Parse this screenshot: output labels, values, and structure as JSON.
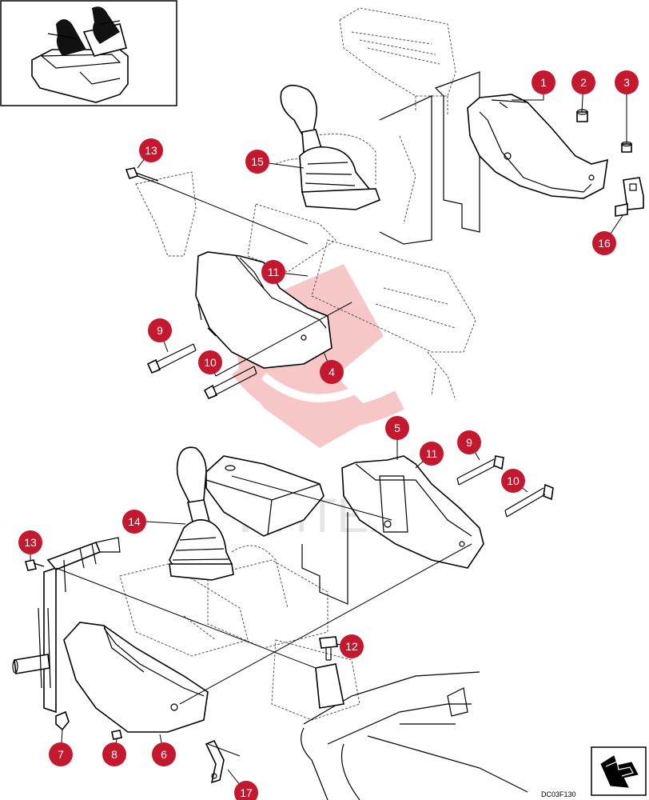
{
  "figure_code": "DC03F130",
  "watermark": "ИНТЕХ",
  "colors": {
    "callout_fill": "#c3182e",
    "callout_text": "#ffffff",
    "watermark_red": "#e43b3b",
    "line": "#000000",
    "hidden_line": "#555555"
  },
  "callouts": [
    "1",
    "2",
    "3",
    "4",
    "5",
    "6",
    "7",
    "8",
    "9",
    "9",
    "10",
    "10",
    "11",
    "11",
    "12",
    "13",
    "13",
    "14",
    "15",
    "16",
    "17"
  ],
  "icons": {
    "inset": "operator-seat-view-icon",
    "orientation": "forward-direction-arrow-icon"
  }
}
